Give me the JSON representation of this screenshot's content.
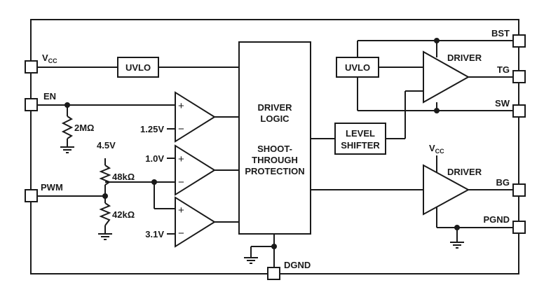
{
  "pins": {
    "vcc_main": "V",
    "vcc_sub": "CC",
    "en": "EN",
    "pwm": "PWM",
    "bst": "BST",
    "tg": "TG",
    "sw": "SW",
    "bg": "BG",
    "pgnd": "PGND",
    "dgnd": "DGND"
  },
  "blocks": {
    "uvlo_left": "UVLO",
    "uvlo_right": "UVLO",
    "driver_logic_line1": "DRIVER",
    "driver_logic_line2": "LOGIC",
    "shoot_line1": "SHOOT-",
    "shoot_line2": "THROUGH",
    "shoot_line3": "PROTECTION",
    "level_line1": "LEVEL",
    "level_line2": "SHIFTER",
    "driver_top": "DRIVER",
    "driver_bottom": "DRIVER",
    "vcc_driver_main": "V",
    "vcc_driver_sub": "CC"
  },
  "values": {
    "r_en": "2MΩ",
    "r_top": "48kΩ",
    "r_bottom": "42kΩ",
    "v_supply": "4.5V",
    "v_en_ref": "1.25V",
    "v_ref_high": "1.0V",
    "v_ref_low": "3.1V"
  },
  "symbols": {
    "plus": "+",
    "minus": "−"
  }
}
